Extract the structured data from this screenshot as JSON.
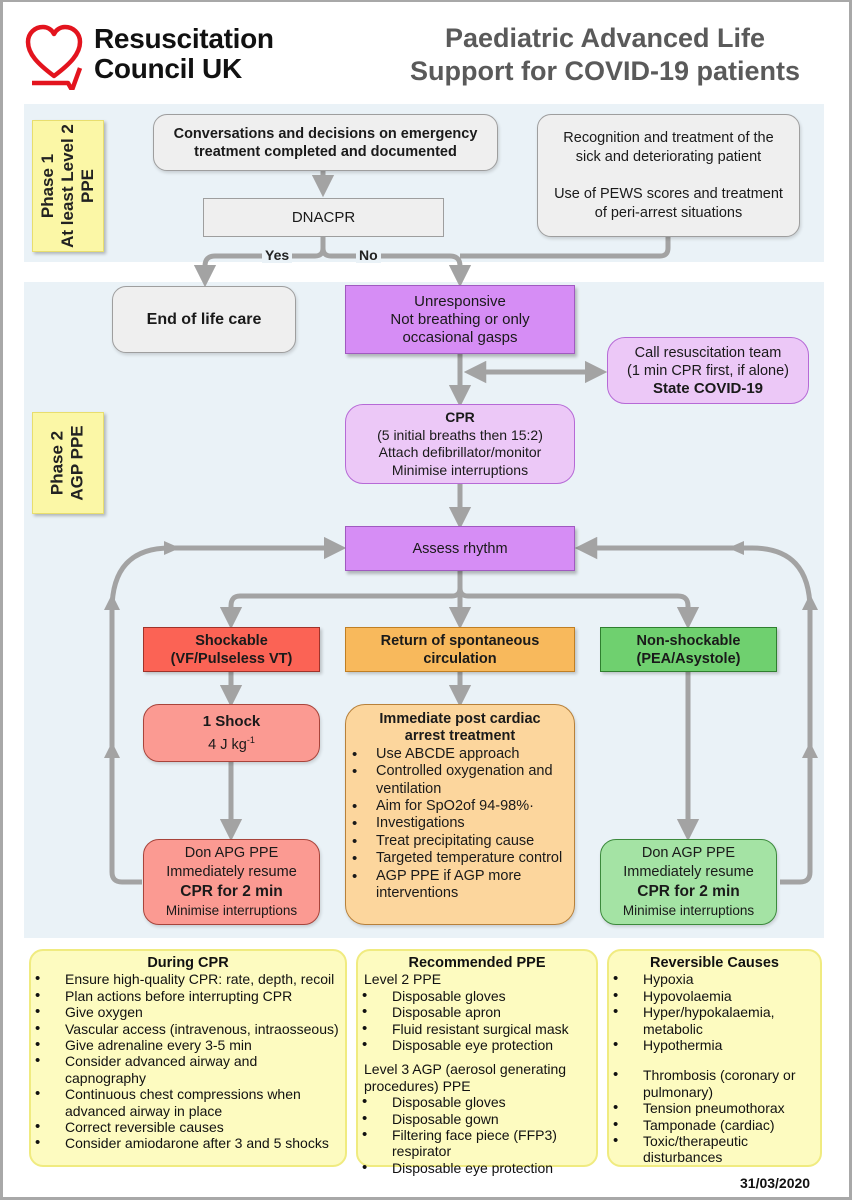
{
  "header": {
    "logo_name_line1": "Resuscitation",
    "logo_name_line2": "Council UK",
    "logo_icon": "heart-ecg-icon",
    "title_line1": "Paediatric Advanced Life",
    "title_line2": "Support for COVID-19 patients"
  },
  "colors": {
    "brand_red": "#e3141e",
    "title_grey": "#5a5a5a",
    "band_bg": "#eaf2f7",
    "purple": "#d68df5",
    "lilac": "#ecc8f7",
    "shockable_red": "#fb6355",
    "rosc_orange": "#f8b95c",
    "nonshockable_green": "#6fd06f",
    "note_yellow": "#fdfbc0",
    "arrow_grey": "#a3a3a3"
  },
  "phase1": {
    "label_line1": "Phase 1",
    "label_line2": "At least Level 2",
    "label_line3": "PPE",
    "conversations_line1": "Conversations and decisions on emergency",
    "conversations_line2": "treatment completed and documented",
    "dnacpr": "DNACPR",
    "yes": "Yes",
    "no": "No",
    "recognition_line1": "Recognition and treatment of the",
    "recognition_line2": "sick and deteriorating patient",
    "pews_line1": "Use of PEWS scores and treatment",
    "pews_line2": "of peri-arrest situations"
  },
  "phase2": {
    "label_line1": "Phase 2",
    "label_line2": "AGP PPE",
    "end_of_life": "End of life care",
    "unresponsive_line1": "Unresponsive",
    "unresponsive_line2": "Not breathing or only",
    "unresponsive_line3": "occasional gasps",
    "call_line1": "Call resuscitation team",
    "call_line2": "(1 min CPR first, if alone)",
    "call_line3": "State COVID-19",
    "cpr_title": "CPR",
    "cpr_line1": "(5 initial breaths then 15:2)",
    "cpr_line2": "Attach defibrillator/monitor",
    "cpr_line3": "Minimise interruptions",
    "assess": "Assess rhythm",
    "shockable_line1": "Shockable",
    "shockable_line2": "(VF/Pulseless VT)",
    "rosc_line1": "Return of spontaneous",
    "rosc_line2": "circulation",
    "nonshockable_line1": "Non-shockable",
    "nonshockable_line2": "(PEA/Asystole)",
    "shock_title": "1 Shock",
    "shock_dose": "4 J kg",
    "shock_dose_sup": "-1",
    "post_title_line1": "Immediate post cardiac",
    "post_title_line2": "arrest treatment",
    "post_items": [
      "Use ABCDE approach",
      "Controlled oxygenation and ventilation",
      "Aim for SpO2of 94-98%·",
      "Investigations",
      "Treat precipitating cause",
      "Targeted temperature control",
      "AGP PPE if AGP more interventions"
    ],
    "left_resume": {
      "line1": "Don APG PPE",
      "line2": "Immediately resume",
      "line3": "CPR for 2 min",
      "line4": "Minimise interruptions"
    },
    "right_resume": {
      "line1": "Don AGP PPE",
      "line2": "Immediately resume",
      "line3": "CPR for 2 min",
      "line4": "Minimise interruptions"
    }
  },
  "during_cpr": {
    "title": "During CPR",
    "items": [
      "Ensure high-quality CPR: rate, depth, recoil",
      "Plan actions before interrupting CPR",
      "Give oxygen",
      "Vascular access (intravenous, intraosseous)",
      "Give adrenaline every 3-5 min",
      "Consider advanced airway and capnography",
      "Continuous chest compressions when advanced airway in place",
      "Correct reversible causes",
      "Consider amiodarone after 3 and 5 shocks"
    ]
  },
  "recommended_ppe": {
    "title": "Recommended PPE",
    "level2_heading": "Level 2 PPE",
    "level2_items": [
      "Disposable gloves",
      "Disposable apron",
      "Fluid resistant surgical mask",
      "Disposable eye protection"
    ],
    "level3_heading": "Level 3 AGP (aerosol generating procedures) PPE",
    "level3_items": [
      "Disposable gloves",
      "Disposable gown",
      "Filtering face piece (FFP3) respirator",
      "Disposable eye protection"
    ]
  },
  "reversible_causes": {
    "title": "Reversible Causes",
    "group1": [
      "Hypoxia",
      "Hypovolaemia",
      "Hyper/hypokalaemia, metabolic",
      "Hypothermia"
    ],
    "group2": [
      "Thrombosis (coronary or pulmonary)",
      "Tension pneumothorax",
      "Tamponade (cardiac)",
      "Toxic/therapeutic disturbances"
    ]
  },
  "footer": {
    "date": "31/03/2020"
  }
}
